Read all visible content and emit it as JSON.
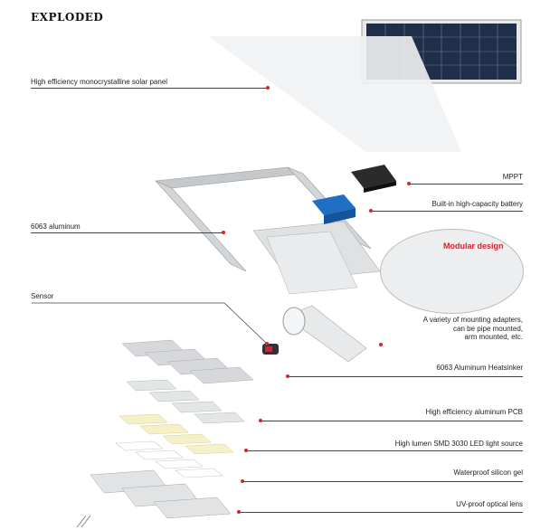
{
  "title": "EXPLODED",
  "callout": {
    "title": "Modular design"
  },
  "labels": {
    "solar_panel": "High efficiency monocrystalline solar panel",
    "mppt": "MPPT",
    "battery": "Built-in high-capacity battery",
    "aluminum": "6063 aluminum",
    "sensor": "Sensor",
    "mounting": [
      "A variety of mounting adapters,",
      "can be pipe mounted,",
      "arm mounted, etc."
    ],
    "heatsinker": "6063 Aluminum Heatsinker",
    "pcb": "High efficiency aluminum PCB",
    "led": "High lumen SMD 3030 LED light source",
    "gel": "Waterproof silicon gel",
    "lens": "UV-proof optical lens"
  },
  "colors": {
    "accent": "#d6242b",
    "panel": "#1f2f4a",
    "battery": "#1f6fc4",
    "frame": "#c6c9cc"
  }
}
